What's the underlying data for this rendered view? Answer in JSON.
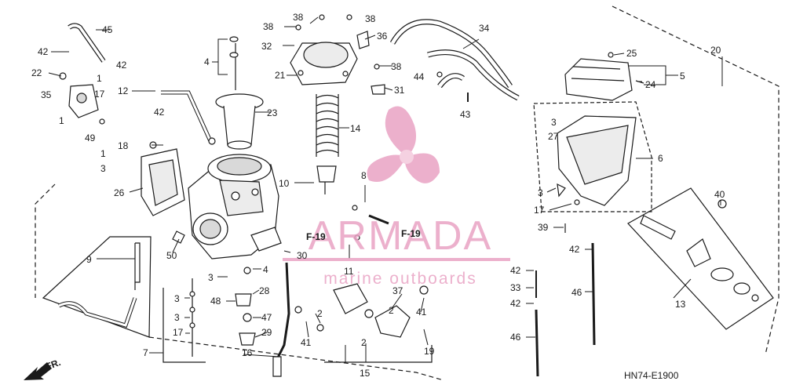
{
  "callouts": {
    "c1a": "1",
    "c1b": "1",
    "c1c": "1",
    "c2a": "2",
    "c2b": "2",
    "c2c": "2",
    "c3a": "3",
    "c3b": "3",
    "c3c": "3",
    "c3d": "3",
    "c3e": "3",
    "c3f": "3",
    "c4a": "4",
    "c4b": "4",
    "c5": "5",
    "c6": "6",
    "c7": "7",
    "c8": "8",
    "c9": "9",
    "c10": "10",
    "c11": "11",
    "c12": "12",
    "c13": "13",
    "c14": "14",
    "c15": "15",
    "c16": "16",
    "c17a": "17",
    "c17b": "17",
    "c17c": "17",
    "c18": "18",
    "c19": "19",
    "c20": "20",
    "c21": "21",
    "c22": "22",
    "c23": "23",
    "c24": "24",
    "c25": "25",
    "c26": "26",
    "c27": "27",
    "c28": "28",
    "c29": "29",
    "c30": "30",
    "c31": "31",
    "c32": "32",
    "c33": "33",
    "c34": "34",
    "c35": "35",
    "c36": "36",
    "c37": "37",
    "c38a": "38",
    "c38b": "38",
    "c38c": "38",
    "c38d": "38",
    "c39": "39",
    "c40": "40",
    "c41a": "41",
    "c41b": "41",
    "c42a": "42",
    "c42b": "42",
    "c42c": "42",
    "c42d": "42",
    "c42e": "42",
    "c42f": "42",
    "c43": "43",
    "c44": "44",
    "c45": "45",
    "c46a": "46",
    "c46b": "46",
    "c47": "47",
    "c48": "48",
    "c49": "49",
    "c50": "50",
    "f19a": "F-19",
    "f19b": "F-19"
  },
  "watermark": {
    "brand": "ARMADA",
    "tagline": "marine outboards",
    "color": "#e9a3c4"
  },
  "diagram_code": "HN74-E1900",
  "front_marker": "FR.",
  "colors": {
    "line": "#1a1a1a",
    "fill": "#ffffff",
    "shade": "#d9d9d9"
  }
}
